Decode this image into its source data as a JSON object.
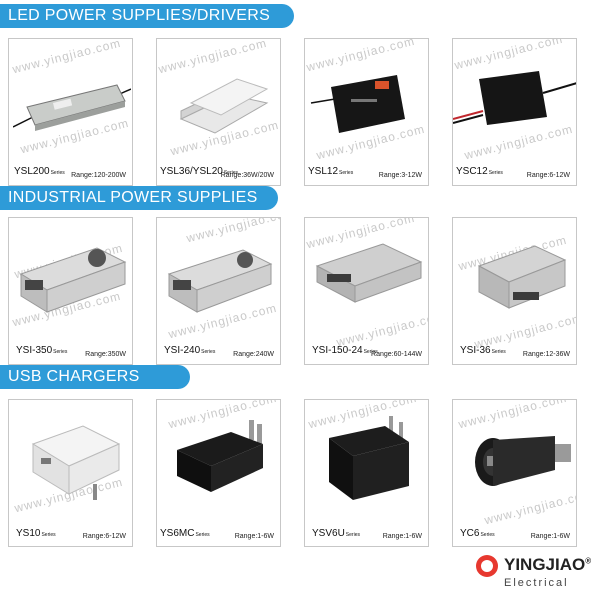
{
  "sections": [
    {
      "title": "LED POWER SUPPLIES/DRIVERS",
      "products": [
        {
          "model": "YSL200",
          "series": "Series",
          "range": "Range:120-200W"
        },
        {
          "model": "YSL36/YSL20",
          "series": "Series",
          "range": "Range:36W/20W"
        },
        {
          "model": "YSL12",
          "series": "Series",
          "range": "Range:3-12W"
        },
        {
          "model": "YSC12",
          "series": "Series",
          "range": "Range:6-12W"
        }
      ]
    },
    {
      "title": "INDUSTRIAL POWER SUPPLIES",
      "products": [
        {
          "model": "YSI-350",
          "series": "Series",
          "range": "Range:350W"
        },
        {
          "model": "YSI-240",
          "series": "Series",
          "range": "Range:240W"
        },
        {
          "model": "YSI-150-24",
          "series": "Series",
          "range": "Range:60-144W"
        },
        {
          "model": "YSI-36",
          "series": "Series",
          "range": "Range:12-36W"
        }
      ]
    },
    {
      "title": "USB CHARGERS",
      "products": [
        {
          "model": "YS10",
          "series": "Series",
          "range": "Range:6-12W"
        },
        {
          "model": "YS6MC",
          "series": "Series",
          "range": "Range:1-6W"
        },
        {
          "model": "YSV6U",
          "series": "Series",
          "range": "Range:1-6W"
        },
        {
          "model": "YC6",
          "series": "Series",
          "range": "Range:1-6W"
        }
      ]
    }
  ],
  "watermark": "www.yingjiao.com",
  "brand": {
    "name": "YINGJIAO",
    "registered": "®",
    "subtitle": "Electrical"
  },
  "colors": {
    "banner": "#2e9bd8",
    "logo_red": "#e7382f"
  }
}
